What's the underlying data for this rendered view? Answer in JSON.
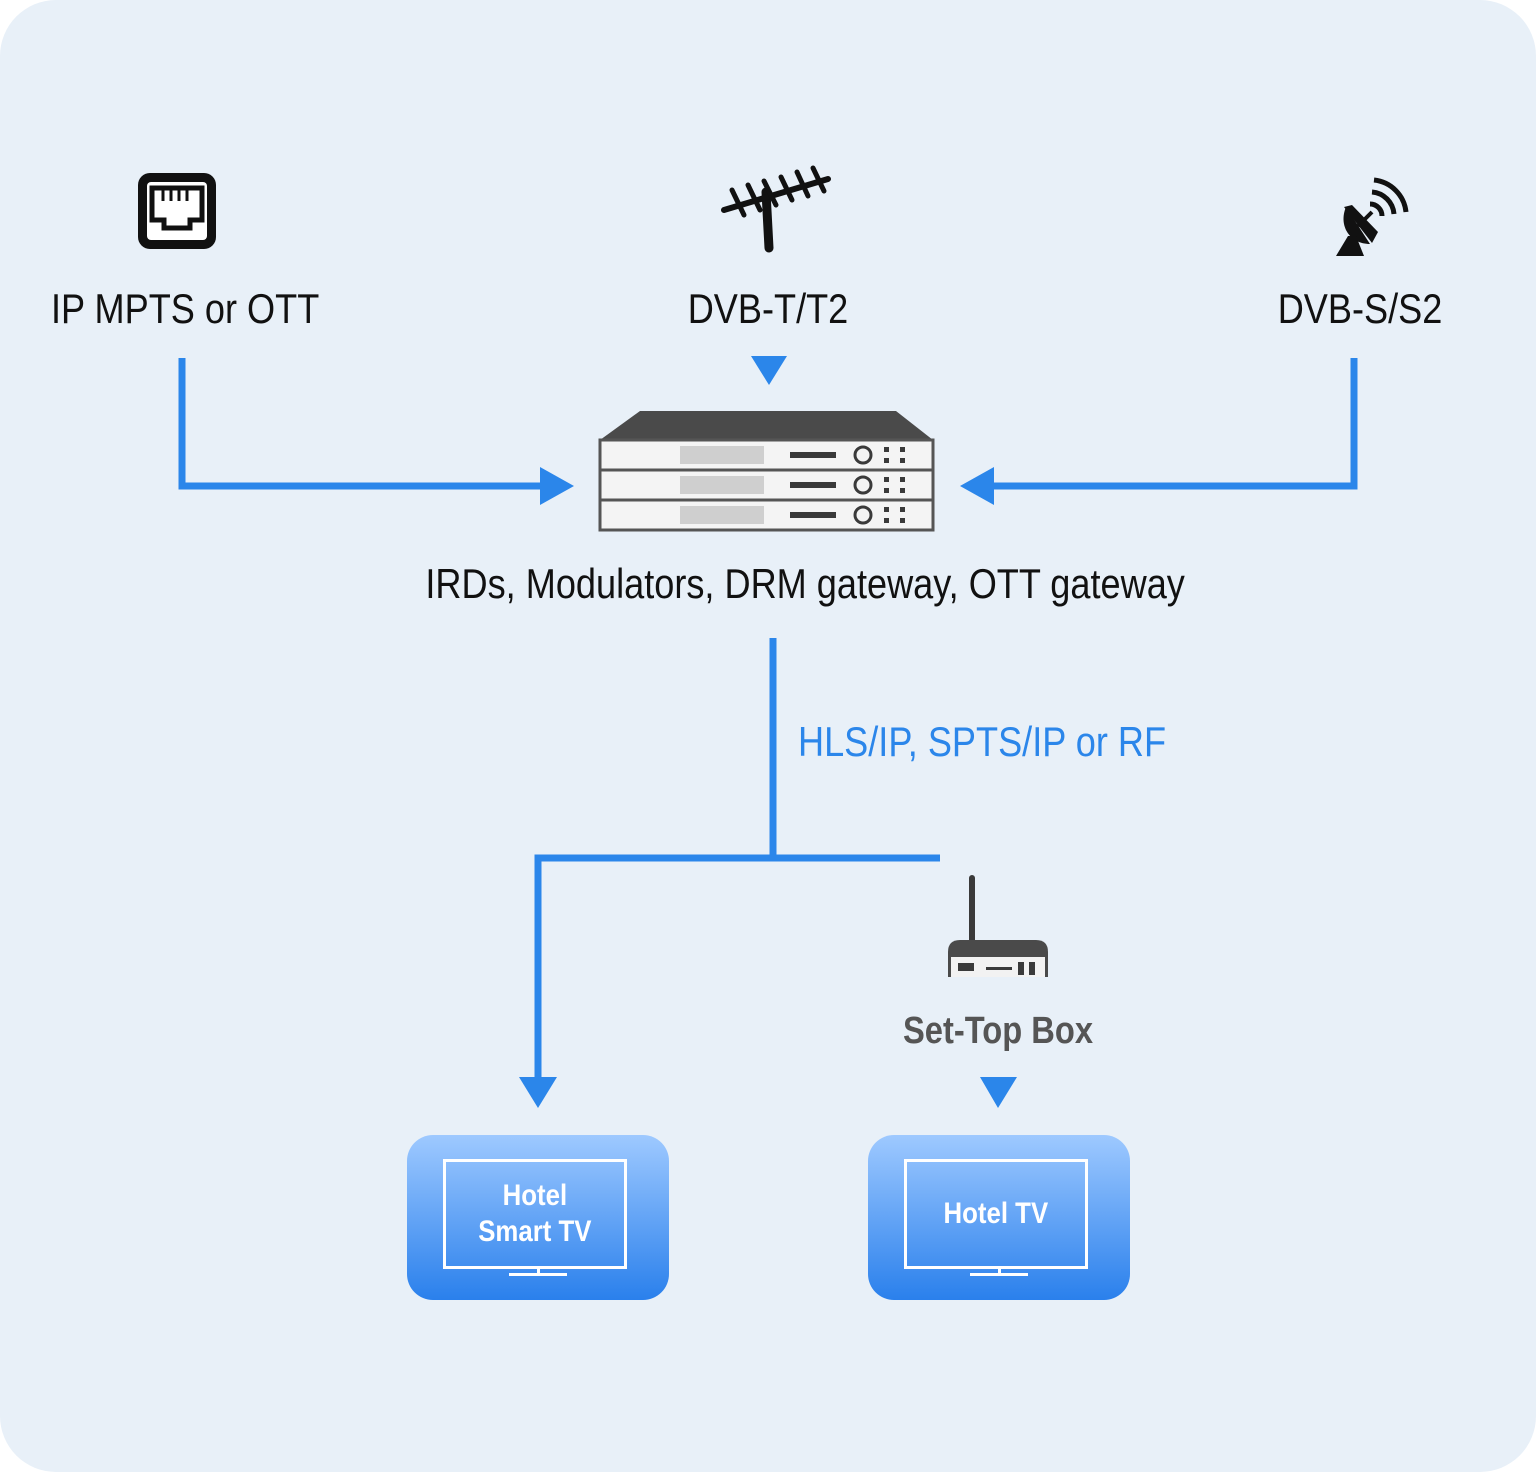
{
  "sources": {
    "ip": {
      "label": "IP MPTS or OTT",
      "icon": "ethernet-port-icon"
    },
    "terrestrial": {
      "label": "DVB-T/T2",
      "icon": "antenna-icon"
    },
    "satellite": {
      "label": "DVB-S/S2",
      "icon": "satellite-dish-icon"
    }
  },
  "headend": {
    "label": "IRDs, Modulators, DRM gateway, OTT gateway",
    "icon": "rack-equipment-icon"
  },
  "distribution": {
    "protocol_label": "HLS/IP, SPTS/IP or RF"
  },
  "stb": {
    "label": "Set-Top Box",
    "icon": "set-top-box-icon"
  },
  "tvs": {
    "smart": {
      "line1": "Hotel",
      "line2": "Smart TV"
    },
    "regular": {
      "label": "Hotel TV"
    }
  },
  "colors": {
    "accent": "#2b86ea",
    "background": "#e8f0f8",
    "text": "#111111"
  }
}
